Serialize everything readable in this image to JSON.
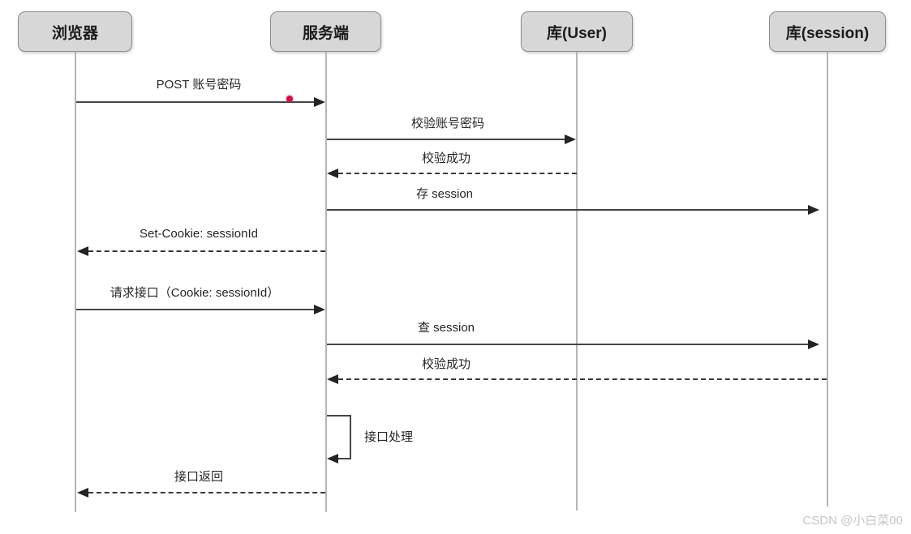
{
  "diagram": {
    "type": "sequence",
    "actors": [
      {
        "id": "browser",
        "label": "浏览器"
      },
      {
        "id": "server",
        "label": "服务端"
      },
      {
        "id": "db_user",
        "label": "库(User)"
      },
      {
        "id": "db_session",
        "label": "库(session)"
      }
    ],
    "messages": [
      {
        "step": 1,
        "from": "browser",
        "to": "server",
        "label": "POST 账号密码",
        "line": "solid"
      },
      {
        "step": 2,
        "from": "server",
        "to": "db_user",
        "label": "校验账号密码",
        "line": "solid"
      },
      {
        "step": 3,
        "from": "db_user",
        "to": "server",
        "label": "校验成功",
        "line": "dashed"
      },
      {
        "step": 4,
        "from": "server",
        "to": "db_session",
        "label": "存 session",
        "line": "solid"
      },
      {
        "step": 5,
        "from": "server",
        "to": "browser",
        "label": "Set-Cookie: sessionId",
        "line": "dashed"
      },
      {
        "step": 6,
        "from": "browser",
        "to": "server",
        "label": "请求接口（Cookie: sessionId）",
        "line": "solid"
      },
      {
        "step": 7,
        "from": "server",
        "to": "db_session",
        "label": "查 session",
        "line": "solid"
      },
      {
        "step": 8,
        "from": "db_session",
        "to": "server",
        "label": "校验成功",
        "line": "dashed"
      },
      {
        "step": 9,
        "from": "server",
        "to": "server",
        "label": "接口处理",
        "line": "self"
      },
      {
        "step": 10,
        "from": "server",
        "to": "browser",
        "label": "接口返回",
        "line": "dashed"
      }
    ],
    "colors": {
      "actor_box_fill": "#d7d7d7",
      "actor_box_border": "#8d8d8d",
      "lifeline": "#b5b5b5",
      "arrow": "#454545",
      "cursor_dot": "#cf1443",
      "text": "#262626",
      "watermark": "#c6c6c6"
    }
  },
  "watermark": {
    "text": "CSDN @小白菜00"
  }
}
